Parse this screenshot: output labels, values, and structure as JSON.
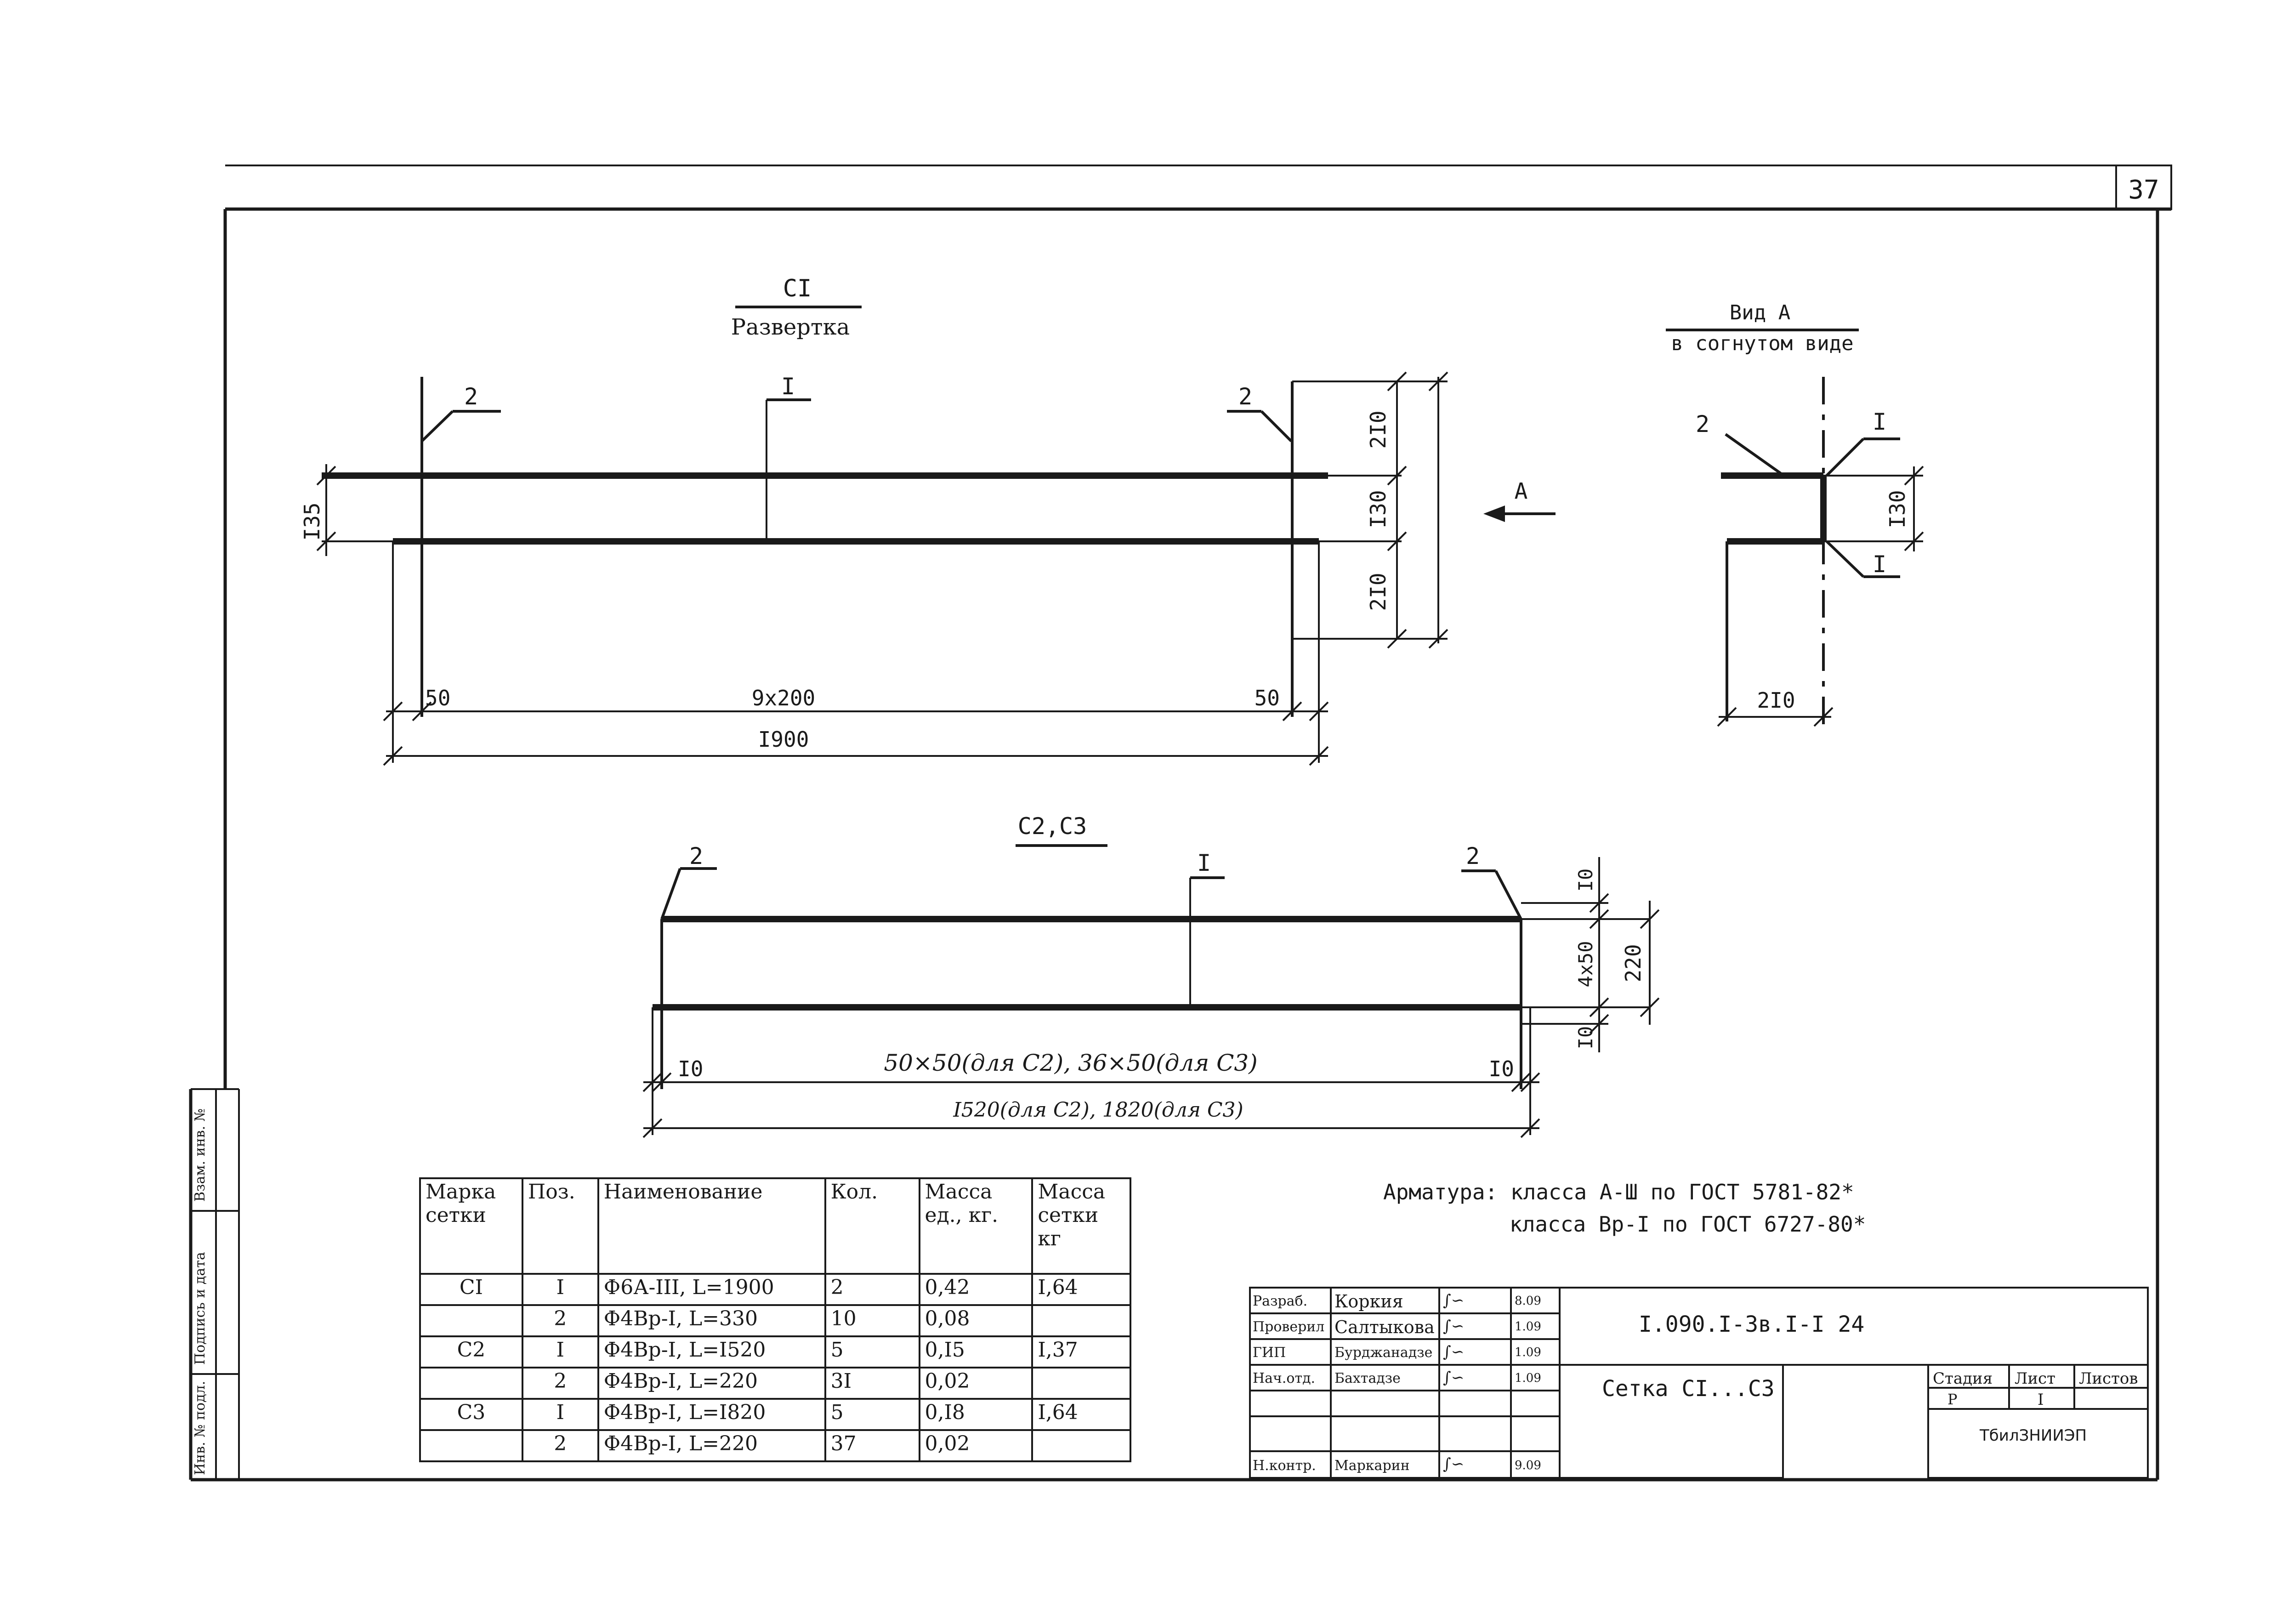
{
  "sheet_number": "37",
  "views": {
    "c1": {
      "title": "CI",
      "subtitle": "Развертка",
      "dimensions": {
        "d135": "I35",
        "d210_top": "2I0",
        "d130": "I30",
        "d210_bottom": "2I0",
        "d50_left": "50",
        "d9x200": "9x200",
        "d50_right": "50",
        "d1900": "I900"
      },
      "positions": {
        "p2_left": "2",
        "p1": "I",
        "p2_right": "2"
      },
      "arrow_label": "A"
    },
    "view_a": {
      "title": "Вид A",
      "subtitle": "в согнутом виде",
      "positions": {
        "p2": "2",
        "p1_top": "I",
        "p1_bottom": "I"
      },
      "dimensions": {
        "d130": "I30",
        "d210": "2I0"
      }
    },
    "c2c3": {
      "title": "C2,C3",
      "positions": {
        "p2_left": "2",
        "p1": "I",
        "p2_right": "2"
      },
      "dimensions": {
        "d10_left": "I0",
        "spacing": "50×50(для C2),  36×50(для C3)",
        "d10_right": "I0",
        "length": "I520(для C2),  1820(для C3)",
        "d10_top": "I0",
        "d4x50": "4x50",
        "d220": "220",
        "d10_bottom": "I0"
      }
    }
  },
  "notes": {
    "line1": "Арматура: класса A-Ш по ГОСТ 5781-82*",
    "line2": "класса Вр-I по ГОСТ 6727-80*"
  },
  "spec_table": {
    "headers": [
      "Марка сетки",
      "Поз.",
      "Наименование",
      "Кол.",
      "Масса ед., кг.",
      "Масса сетки кг"
    ],
    "rows": [
      [
        "CI",
        "I",
        "Ф6А-III, L=1900",
        "2",
        "0,42",
        "I,64"
      ],
      [
        "",
        "2",
        "Ф4Вр-I, L=330",
        "10",
        "0,08",
        ""
      ],
      [
        "C2",
        "I",
        "Ф4Вр-I, L=I520",
        "5",
        "0,I5",
        "I,37"
      ],
      [
        "",
        "2",
        "Ф4Вр-I, L=220",
        "3I",
        "0,02",
        ""
      ],
      [
        "C3",
        "I",
        "Ф4Вр-I, L=I820",
        "5",
        "0,I8",
        "I,64"
      ],
      [
        "",
        "2",
        "Ф4Вр-I, L=220",
        "37",
        "0,02",
        ""
      ]
    ]
  },
  "side_stamp": [
    "Инв. № подл.",
    "Подпись и дата",
    "Взам. инв. №"
  ],
  "title_block": {
    "roles": [
      "Разраб.",
      "Проверил",
      "ГИП",
      "Нач.отд.",
      "",
      "",
      "Н.контр."
    ],
    "names": [
      "Коркия",
      "Салтыкова",
      "Бурджанадзе",
      "Бахтадзе",
      "",
      "",
      "Маркарин"
    ],
    "dates": [
      "8.09",
      "1.09",
      "1.09",
      "1.09",
      "",
      "",
      "9.09"
    ],
    "designation": "I.090.I-3в.I-I 24",
    "item_name": "Сетка CI...C3",
    "stage_label": "Стадия",
    "sheet_label": "Лист",
    "sheets_label": "Листов",
    "stage_value": "Р",
    "sheet_value": "I",
    "sheets_value": "",
    "organization": "ТбилЗНИИЭП"
  }
}
